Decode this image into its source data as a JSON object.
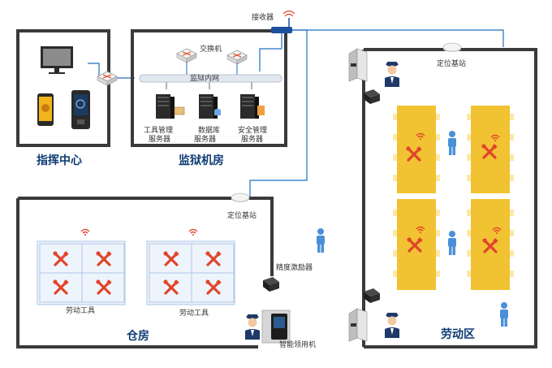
{
  "labels": {
    "receiver": "接收器",
    "switch": "交换机",
    "intranet": "监狱内网",
    "tool_server": [
      "工具管理",
      "服务器"
    ],
    "db_server": [
      "数据库",
      "服务器"
    ],
    "security_server": [
      "安全管理",
      "服务器"
    ],
    "command_center": "指挥中心",
    "prison_room": "监狱机房",
    "base_station_top": "定位基站",
    "base_station_mid": "定位基站",
    "precision_exciter": "精度激励器",
    "labor_tools_left": "劳动工具",
    "labor_tools_right": "劳动工具",
    "warehouse": "仓房",
    "smart_dispenser": "智能领用机",
    "labor_zone": "劳动区"
  },
  "colors": {
    "wall": "#3a3a3a",
    "cable": "#1e6fbf",
    "table_yellow": "#f1c232",
    "tool_red": "#e0452b",
    "person_blue": "#4a90d9",
    "guard_navy": "#1f3a68",
    "title_navy": "#0d3b73",
    "shelf_blue": "#c9dcf2"
  },
  "icons": [
    "router-icon",
    "monitor-icon",
    "phone-icon",
    "tablet-icon",
    "server-icon",
    "guard-icon",
    "person-icon",
    "gate-icon",
    "exciter-icon",
    "wifi-icon",
    "tool-icon"
  ]
}
